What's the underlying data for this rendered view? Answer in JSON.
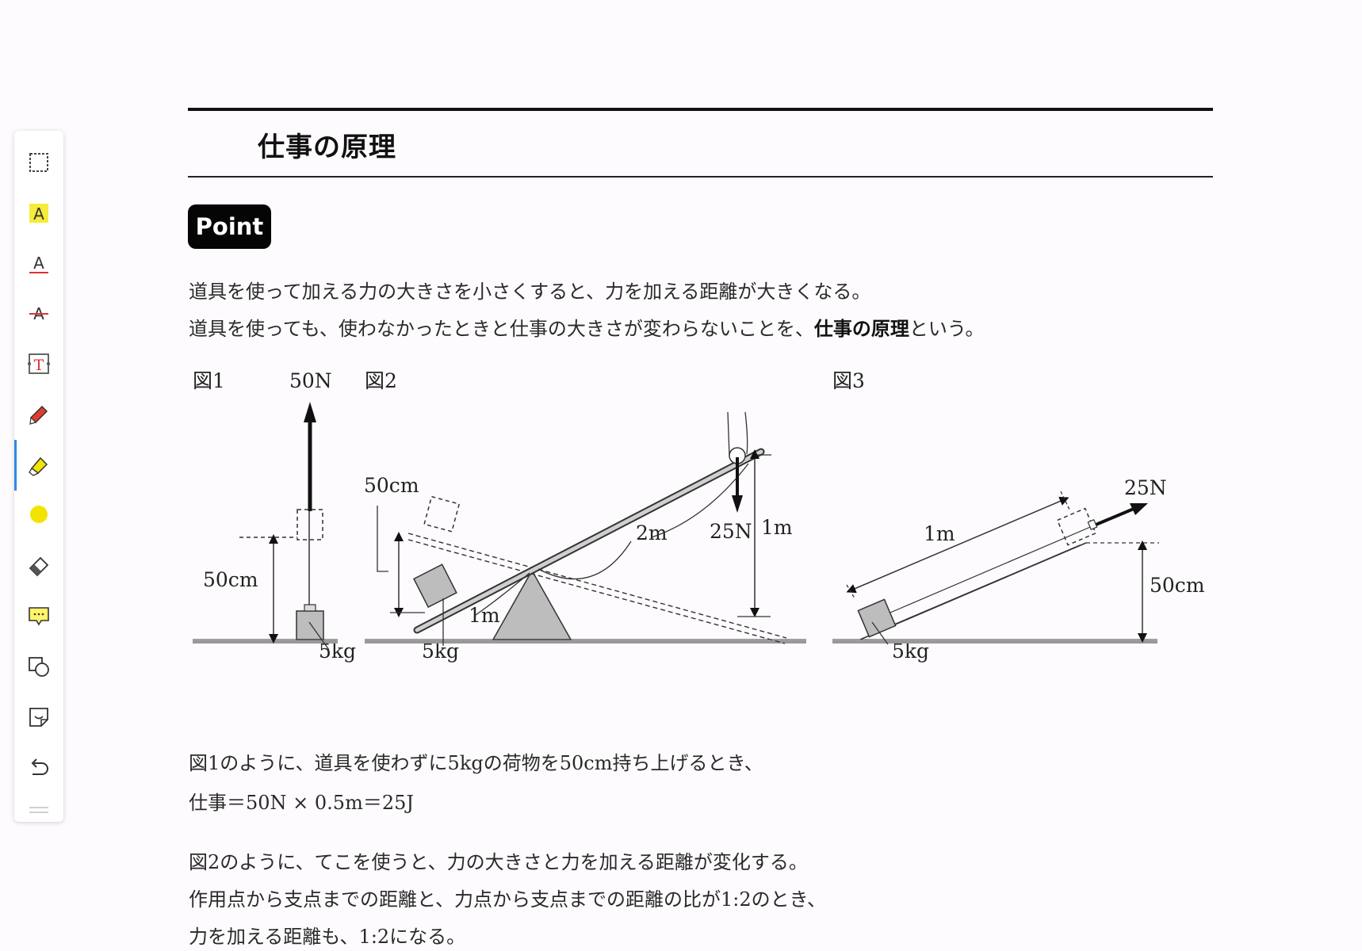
{
  "toolbar": {
    "tools": [
      {
        "name": "select-tool",
        "icon": "dashed-rectangle-icon"
      },
      {
        "name": "highlight-text-tool",
        "icon": "highlighted-a-icon",
        "glyph": "A"
      },
      {
        "name": "underline-text-tool",
        "icon": "underlined-a-icon",
        "glyph": "A"
      },
      {
        "name": "strikethrough-text-tool",
        "icon": "strikethrough-a-icon",
        "glyph": "A"
      },
      {
        "name": "text-box-tool",
        "icon": "text-box-icon",
        "glyph": "T"
      },
      {
        "name": "pen-tool",
        "icon": "pen-icon"
      },
      {
        "name": "highlighter-tool",
        "icon": "highlighter-icon",
        "active": true
      },
      {
        "name": "color-picker",
        "icon": "color-dot-icon",
        "color": "#f2e400"
      },
      {
        "name": "eraser-tool",
        "icon": "eraser-icon"
      },
      {
        "name": "comment-tool",
        "icon": "comment-icon"
      },
      {
        "name": "shape-tool",
        "icon": "shapes-icon"
      },
      {
        "name": "sticker-tool",
        "icon": "sticker-icon"
      },
      {
        "name": "undo-button",
        "icon": "undo-icon"
      }
    ],
    "accent_color": "#2f8ae5"
  },
  "document": {
    "title": "仕事の原理",
    "point_badge": "Point",
    "point_text_1": "道具を使って加える力の大きさを小さくすると、力を加える距離が大きくなる。",
    "point_text_2_pre": "道具を使っても、使わなかったときと仕事の大きさが変わらないことを、",
    "point_text_2_bold": "仕事の原理",
    "point_text_2_post": "という。",
    "fig1": {
      "label": "図1",
      "force": "50N",
      "height": "50cm",
      "mass": "5kg"
    },
    "fig2": {
      "label": "図2",
      "height_left": "50cm",
      "arm_long": "2m",
      "force": "25N",
      "height_right": "1m",
      "arm_short": "1m",
      "mass": "5kg"
    },
    "fig3": {
      "label": "図3",
      "force": "25N",
      "slope_length": "1m",
      "height": "50cm",
      "mass": "5kg"
    },
    "body_1": "図1のように、道具を使わずに5kgの荷物を50cm持ち上げるとき、",
    "body_2": "仕事＝50N × 0.5m＝25J",
    "body_3": "図2のように、てこを使うと、力の大きさと力を加える距離が変化する。",
    "body_4": "作用点から支点までの距離と、力点から支点までの距離の比が1:2のとき、",
    "body_5": "力を加える距離も、1:2になる。"
  }
}
